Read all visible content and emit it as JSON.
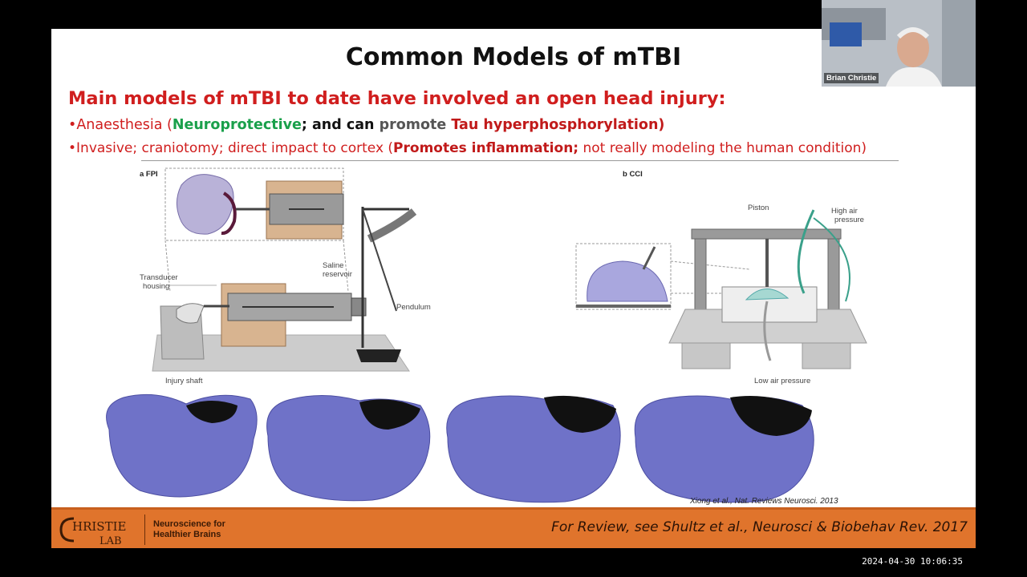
{
  "slide": {
    "title": "Common Models of mTBI",
    "headline": "Main models of mTBI to date have involved an open head injury:",
    "bullet1": {
      "lead": "•Anaesthesia (",
      "neuro": "Neuroprotective",
      "and_can": "; and can",
      "promote": " promote ",
      "tau": "Tau hyperphosphorylation)"
    },
    "bullet2": {
      "lead": "•Invasive; craniotomy; direct impact to cortex (",
      "inflam": "Promotes inflammation;",
      "tail": " not really modeling the human condition)"
    },
    "fig_fpi": {
      "label": "a FPI",
      "transducer": [
        "Transducer",
        "housing"
      ],
      "saline": [
        "Saline",
        "reservoir"
      ],
      "pendulum": "Pendulum",
      "injury_shaft": "Injury shaft"
    },
    "fig_cci": {
      "label": "b CCI",
      "piston": "Piston",
      "high_air": [
        "High air",
        "pressure"
      ],
      "low_air": "Low air pressure"
    },
    "citation": "Xiong et al., Nat. Reviews Neurosci. 2013"
  },
  "footer": {
    "logo_top": "HRISTIE",
    "logo_bottom": "LAB",
    "tagline_1": "Neuroscience for",
    "tagline_2": "Healthier Brains",
    "review": "For Review, see Shultz et al., Neurosci & Biobehav Rev. 2017"
  },
  "meeting": {
    "participant_name": "Brian Christie",
    "timestamp": "2024-04-30 10:06:35"
  },
  "colors": {
    "headline_red": "#d01e1e",
    "green": "#1aa04b",
    "footer_orange": "#e0742c",
    "stain_purple": "#6f72c8"
  }
}
